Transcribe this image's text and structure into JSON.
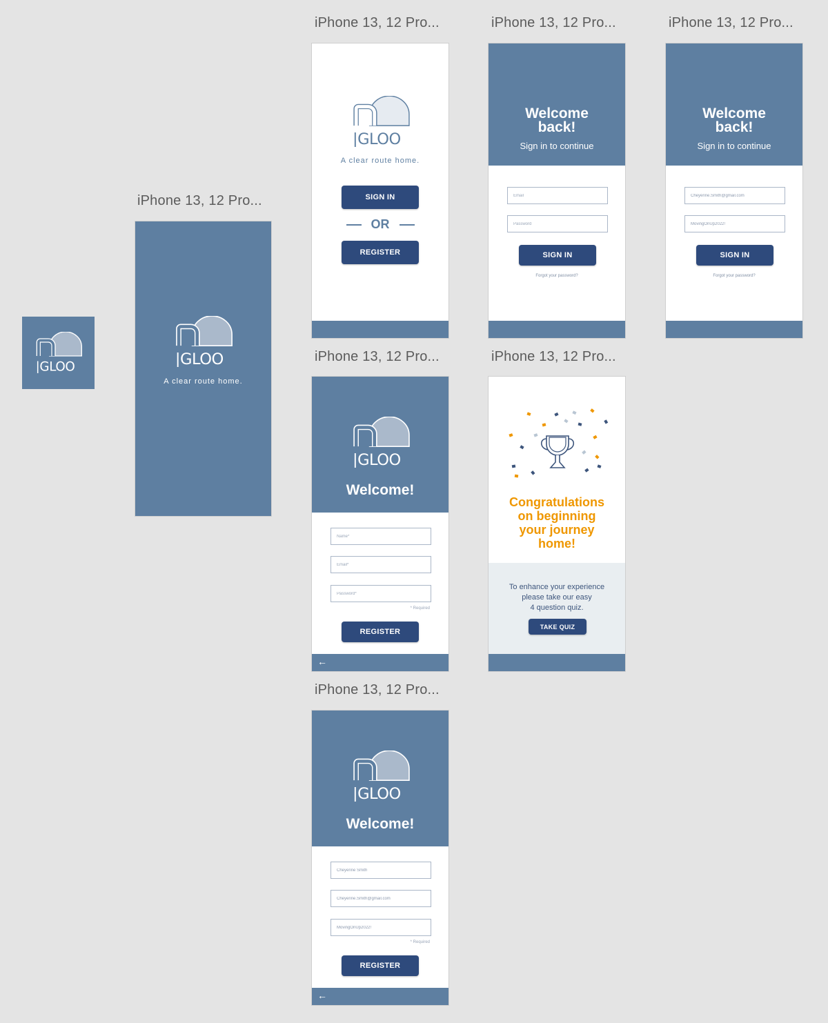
{
  "artboard_label": "iPhone 13, 12 Pro...",
  "brand": {
    "name": "IGLOO",
    "tagline": "A clear route home.",
    "primary": "#5e7fa1",
    "button": "#2e4a7c",
    "accent": "#ef9700",
    "light_panel": "#e9eef1"
  },
  "landing": {
    "sign_in": "SIGN IN",
    "or": "OR",
    "register": "REGISTER"
  },
  "signin_empty": {
    "title_line1": "Welcome",
    "title_line2": "back!",
    "subtitle": "Sign in to continue",
    "email_placeholder": "Email",
    "password_placeholder": "Password",
    "button": "SIGN IN",
    "forgot": "Forgot your password?"
  },
  "signin_filled": {
    "title_line1": "Welcome",
    "title_line2": "back!",
    "subtitle": "Sign in to continue",
    "email_value": "Cheyenne.Smith@gmail.com",
    "password_value": "MovingOnUp2022!",
    "button": "SIGN IN",
    "forgot": "Forgot your password?"
  },
  "register_empty": {
    "title": "Welcome!",
    "name_placeholder": "Name*",
    "email_placeholder": "Email*",
    "password_placeholder": "Password*",
    "required_note": "* Required",
    "button": "REGISTER",
    "back_icon": "arrow-left-icon"
  },
  "register_filled": {
    "title": "Welcome!",
    "name_value": "Cheyenne Smith",
    "email_value": "Cheyenne.Smith@gmail.com",
    "password_value": "MovingOnUp2022!",
    "required_note": "* Required",
    "button": "REGISTER",
    "back_icon": "arrow-left-icon"
  },
  "congrats": {
    "line1": "Congratulations",
    "line2": "on beginning",
    "line3": "your journey",
    "line4": "home!",
    "quiz_line1": "To enhance your experience",
    "quiz_line2": "please take our easy",
    "quiz_line3": "4 question quiz.",
    "button": "TAKE QUIZ",
    "icon": "trophy-icon"
  }
}
